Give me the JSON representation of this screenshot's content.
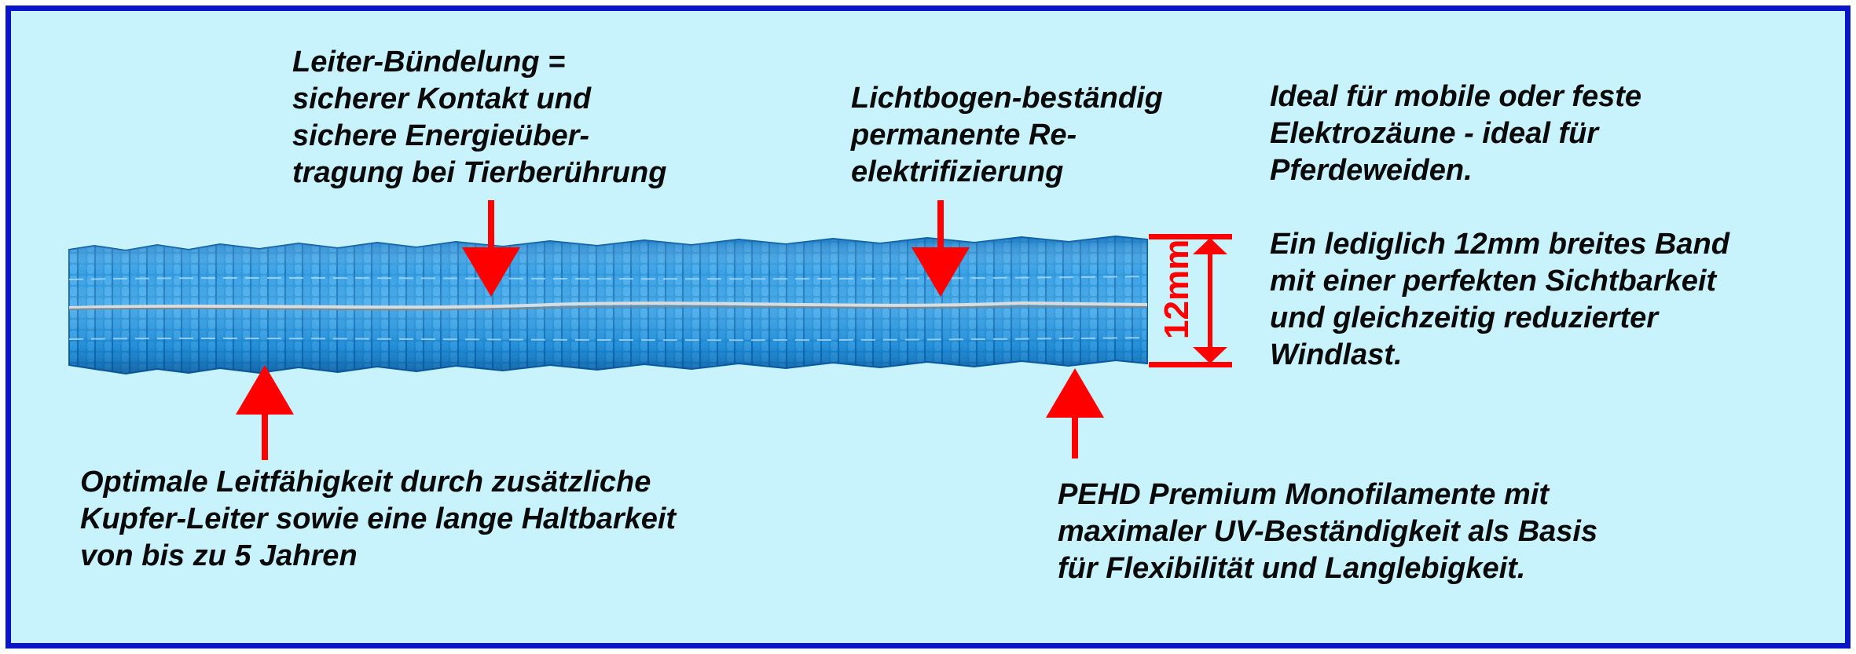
{
  "callouts": {
    "bundling": [
      "Leiter-Bündelung =",
      "sicherer Kontakt und",
      "sichere Energieüber-",
      "tragung bei Tierberührung"
    ],
    "arc": [
      "Lichtbogen-beständig",
      "permanente Re-",
      "elektrifizierung"
    ],
    "conductivity": [
      "Optimale Leitfähigkeit durch zusätzliche",
      "Kupfer-Leiter sowie eine lange Haltbarkeit",
      "von bis zu 5 Jahren"
    ],
    "pehd": [
      "PEHD Premium Monofilamente mit",
      "maximaler UV-Beständigkeit als Basis",
      "für Flexibilität und Langlebigkeit."
    ]
  },
  "side_text": {
    "use": [
      "Ideal für mobile oder feste",
      "Elektrozäune - ideal für",
      "Pferdeweiden."
    ],
    "band": [
      "Ein lediglich 12mm breites Band",
      "mit einer perfekten Sichtbarkeit",
      "und gleichzeitig reduzierter",
      "Windlast."
    ]
  },
  "dimension_label": "12mm",
  "colors": {
    "frame_border": "#0a14c8",
    "background": "#c8f2fc",
    "tape": "#1f8fd8",
    "arrow": "#ff0000"
  }
}
